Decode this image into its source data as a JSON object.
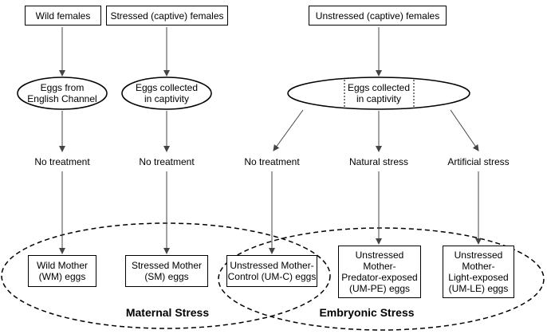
{
  "sources": {
    "wild": "Wild females",
    "stressed": "Stressed (captive) females",
    "unstressed": "Unstressed (captive) females"
  },
  "collection": {
    "english_channel_1": "Eggs from",
    "english_channel_2": "English Channel",
    "stressed_captivity_1": "Eggs collected",
    "stressed_captivity_2": "in captivity",
    "unstressed_captivity_1": "Eggs collected",
    "unstressed_captivity_2": "in captivity"
  },
  "treatments": {
    "wild": "No treatment",
    "stressed": "No treatment",
    "unstressed_control": "No treatment",
    "natural": "Natural stress",
    "artificial": "Artificial stress"
  },
  "outcomes": {
    "wm_1": "Wild Mother",
    "wm_2": "(WM) eggs",
    "sm_1": "Stressed  Mother",
    "sm_2": "(SM) eggs",
    "umc_1": "Unstressed Mother-",
    "umc_2": "Control (UM-C) eggs",
    "umpe_1": "Unstressed",
    "umpe_2": "Mother-",
    "umpe_3": "Predator-exposed",
    "umpe_4": "(UM-PE) eggs",
    "umle_1": "Unstressed",
    "umle_2": "Mother-",
    "umle_3": "Light-exposed",
    "umle_4": "(UM-LE) eggs"
  },
  "groups": {
    "maternal": "Maternal Stress",
    "embryonic": "Embryonic Stress"
  }
}
